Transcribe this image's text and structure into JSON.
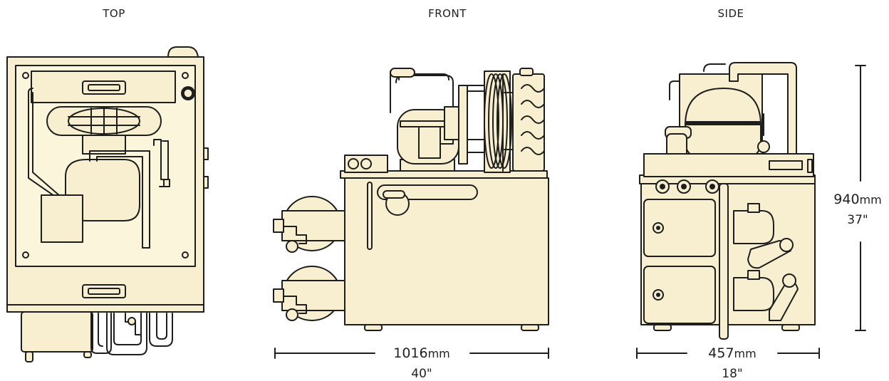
{
  "colors": {
    "body_fill": "#f7efcf",
    "body_fill_alt": "#fbf5dc",
    "line": "#1e1e1e"
  },
  "views": {
    "top": {
      "label": "TOP"
    },
    "front": {
      "label": "FRONT"
    },
    "side": {
      "label": "SIDE"
    }
  },
  "dimensions": {
    "width": {
      "mm_value": "1016",
      "mm_unit": "mm",
      "inches": "40\""
    },
    "depth": {
      "mm_value": "457",
      "mm_unit": "mm",
      "inches": "18\""
    },
    "height": {
      "mm_value": "940",
      "mm_unit": "mm",
      "inches": "37\""
    }
  }
}
